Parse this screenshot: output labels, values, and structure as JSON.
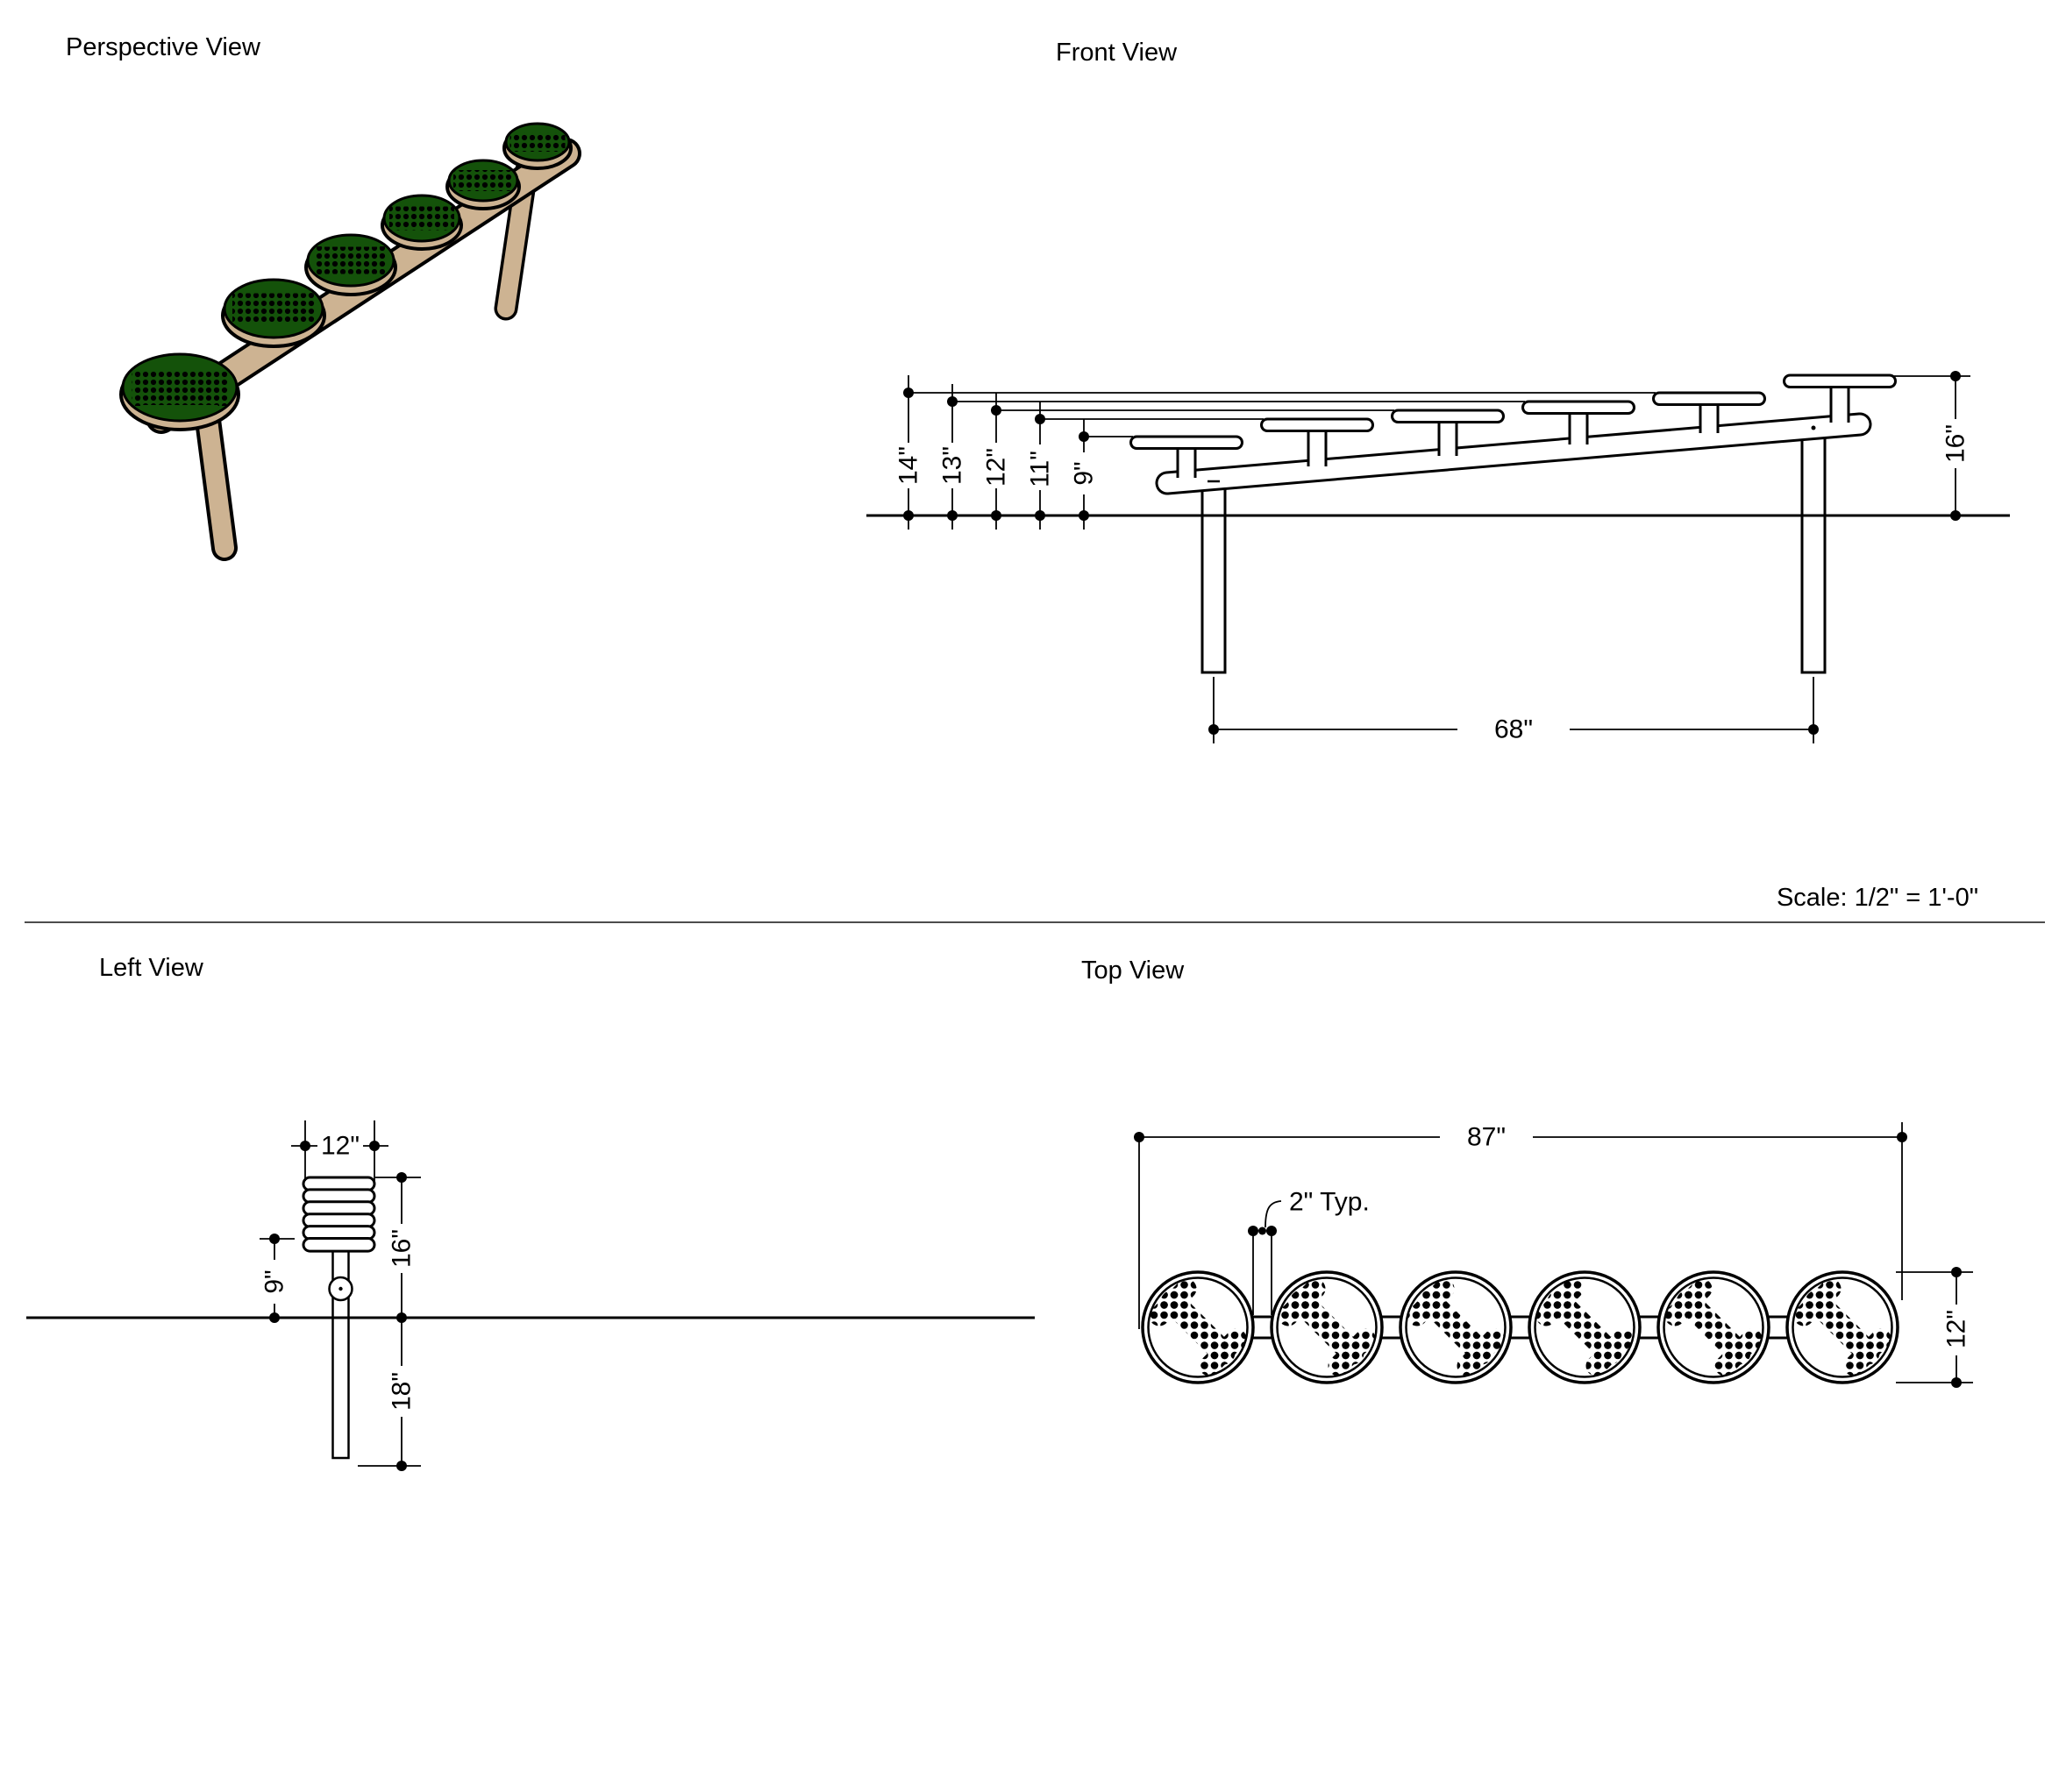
{
  "perspective": {
    "title": "Perspective View"
  },
  "front": {
    "title": "Front View",
    "dims": {
      "h14": "14\"",
      "h13": "13\"",
      "h12": "12\"",
      "h11": "11\"",
      "h9": "9\"",
      "h16": "16\"",
      "span": "68\""
    }
  },
  "left": {
    "title": "Left View",
    "dims": {
      "width": "12\"",
      "h9": "9\"",
      "h16": "16\"",
      "depth": "18\""
    }
  },
  "top": {
    "title": "Top View",
    "dims": {
      "length": "87\"",
      "gap": "2\" Typ.",
      "diameter": "12\""
    }
  },
  "scale_note": "Scale: 1/2\" = 1'-0\"",
  "colors": {
    "pod_green": "#14520a",
    "frame_tan": "#cdb392",
    "outline": "#000000"
  }
}
